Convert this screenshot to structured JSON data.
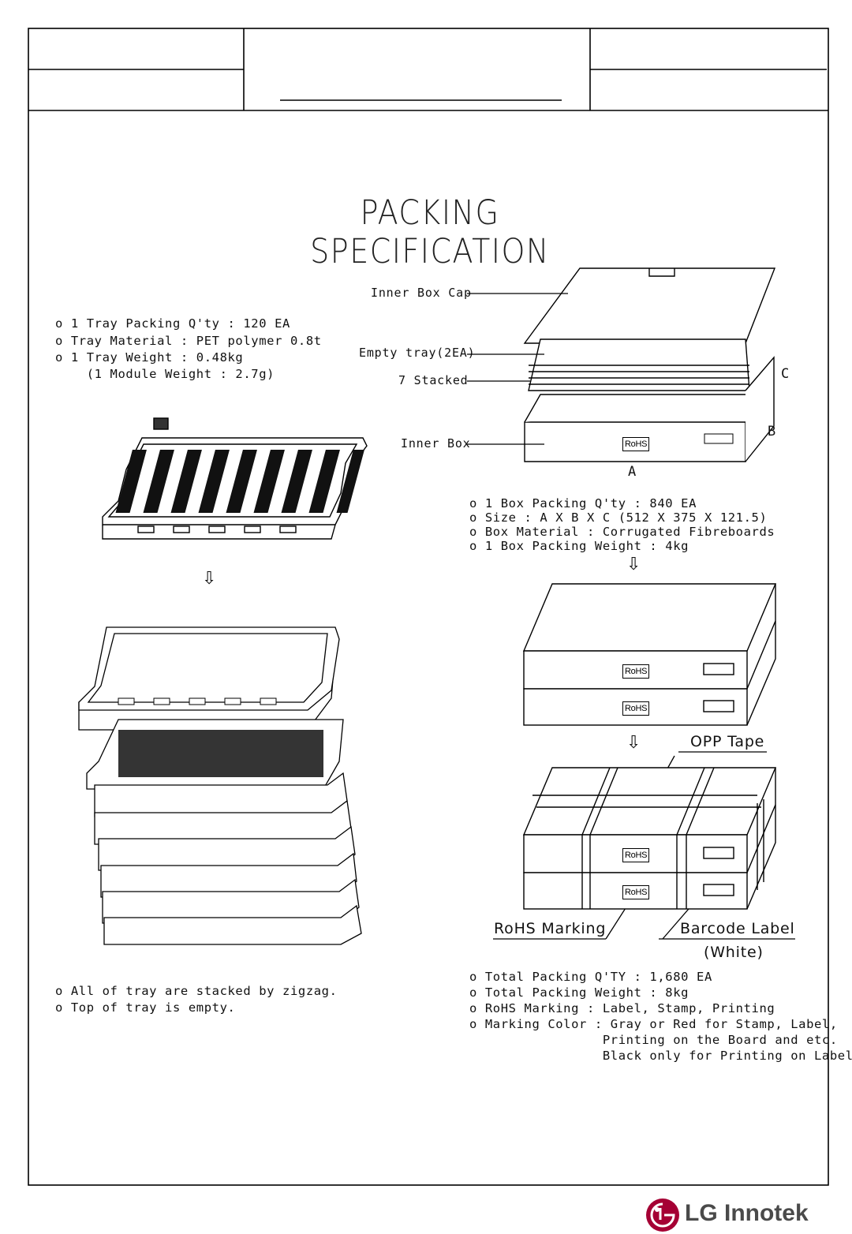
{
  "title": "PACKING SPECIFICATION",
  "tray_specs": [
    "o 1 Tray Packing Q'ty : 120 EA",
    "o Tray Material : PET polymer 0.8t",
    "o 1 Tray Weight : 0.48kg",
    "    (1 Module Weight : 2.7g)"
  ],
  "box_callouts": {
    "inner_box_cap": "Inner Box Cap",
    "empty_tray": "Empty tray(2EA)",
    "stacked": "7 Stacked",
    "inner_box": "Inner Box",
    "dim_a": "A",
    "dim_b": "B",
    "dim_c": "C"
  },
  "box_specs": [
    "o 1 Box Packing Q'ty : 840 EA",
    "o Size : A X B X C (512 X 375 X 121.5)",
    "o Box Material : Corrugated Fibreboards",
    "o 1 Box Packing Weight : 4kg"
  ],
  "rohs_label": "RoHS",
  "opp_tape": "OPP Tape",
  "rohs_marking": "RoHS Marking",
  "barcode_label": "Barcode Label",
  "barcode_white": "(White)",
  "stack_notes": [
    "o All of tray are stacked by zigzag.",
    "o Top of tray is empty."
  ],
  "total_specs": [
    "o Total Packing Q'TY : 1,680 EA",
    "o Total Packing Weight : 8kg",
    "o RoHS Marking : Label, Stamp, Printing",
    "o Marking Color : Gray or Red for Stamp, Label,",
    "                 Printing on the Board and etc.",
    "                 Black only for Printing on Label."
  ],
  "arrow_glyph": "⇩",
  "brand": "LG Innotek",
  "logo_mark": "LG"
}
